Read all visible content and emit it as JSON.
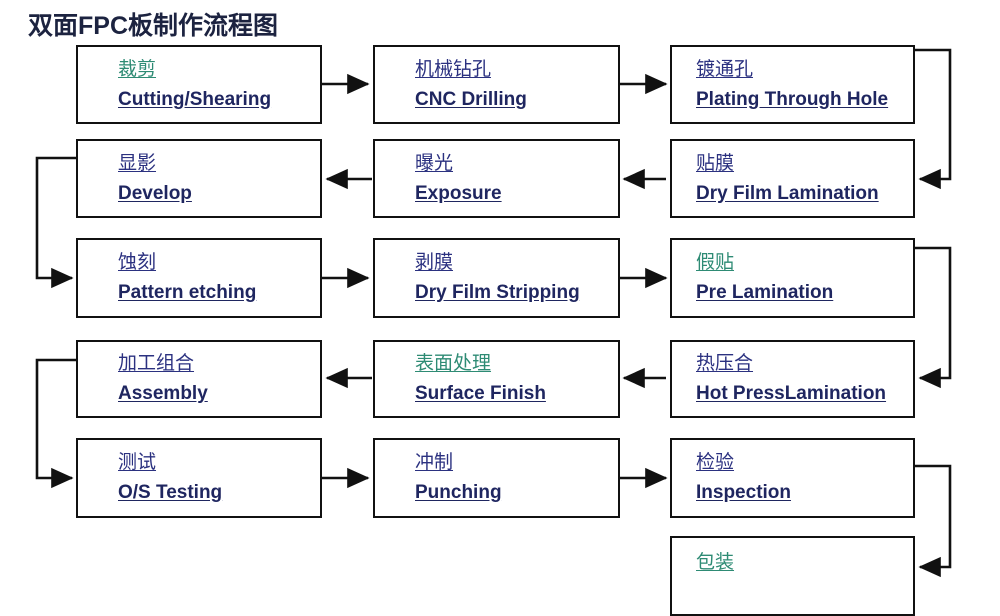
{
  "title": "双面FPC板制作流程图",
  "colors": {
    "chinese_navy": "#2b3180",
    "chinese_teal": "#2e8b74",
    "english_navy": "#1f2660",
    "box_border": "#111111",
    "background": "#ffffff",
    "title": "#1c2340"
  },
  "nodes": [
    {
      "id": "cutting",
      "cn": "裁剪",
      "cn_color": "teal",
      "en": "Cutting/Shearing",
      "row": 1,
      "col": 1
    },
    {
      "id": "cnc-drilling",
      "cn": "机械钻孔",
      "cn_color": "navy",
      "en": "CNC Drilling",
      "row": 1,
      "col": 2
    },
    {
      "id": "plating",
      "cn": "镀通孔",
      "cn_color": "navy",
      "en": "Plating Through Hole",
      "row": 1,
      "col": 3
    },
    {
      "id": "develop",
      "cn": "显影",
      "cn_color": "navy",
      "en": "Develop",
      "row": 2,
      "col": 1
    },
    {
      "id": "exposure",
      "cn": "曝光",
      "cn_color": "navy",
      "en": "Exposure",
      "row": 2,
      "col": 2
    },
    {
      "id": "dry-film-lam",
      "cn": "贴膜",
      "cn_color": "navy",
      "en": "Dry Film Lamination",
      "row": 2,
      "col": 3
    },
    {
      "id": "pattern-etch",
      "cn": "蚀刻",
      "cn_color": "navy",
      "en": "Pattern etching",
      "row": 3,
      "col": 1
    },
    {
      "id": "film-strip",
      "cn": "剥膜",
      "cn_color": "navy",
      "en": "Dry Film Stripping",
      "row": 3,
      "col": 2
    },
    {
      "id": "pre-lamination",
      "cn": "假贴",
      "cn_color": "teal",
      "en": " Pre Lamination",
      "row": 3,
      "col": 3
    },
    {
      "id": "assembly",
      "cn": "加工组合",
      "cn_color": "navy",
      "en": "Assembly",
      "row": 4,
      "col": 1
    },
    {
      "id": "surface-finish",
      "cn": "表面处理",
      "cn_color": "teal",
      "en": "Surface  Finish",
      "row": 4,
      "col": 2
    },
    {
      "id": "hot-press",
      "cn": "热压合",
      "cn_color": "navy",
      "en": "Hot PressLamination",
      "row": 4,
      "col": 3
    },
    {
      "id": "os-testing",
      "cn": "测试",
      "cn_color": "navy",
      "en": "O/S Testing",
      "row": 5,
      "col": 1
    },
    {
      "id": "punching",
      "cn": "冲制",
      "cn_color": "navy",
      "en": "Punching",
      "row": 5,
      "col": 2
    },
    {
      "id": "inspection",
      "cn": "检验",
      "cn_color": "navy",
      "en": "Inspection",
      "row": 5,
      "col": 3
    },
    {
      "id": "packaging",
      "cn": "包装",
      "cn_color": "teal",
      "en": "",
      "row": 6,
      "col": 3
    }
  ],
  "flow_order": [
    "cutting",
    "cnc-drilling",
    "plating",
    "dry-film-lam",
    "exposure",
    "develop",
    "pattern-etch",
    "film-strip",
    "pre-lamination",
    "hot-press",
    "surface-finish",
    "assembly",
    "os-testing",
    "punching",
    "inspection",
    "packaging"
  ],
  "connectors": [
    {
      "from": "cutting",
      "to": "cnc-drilling",
      "kind": "straight-right"
    },
    {
      "from": "cnc-drilling",
      "to": "plating",
      "kind": "straight-right"
    },
    {
      "from": "plating",
      "to": "dry-film-lam",
      "kind": "right-wrap-down"
    },
    {
      "from": "dry-film-lam",
      "to": "exposure",
      "kind": "straight-left"
    },
    {
      "from": "exposure",
      "to": "develop",
      "kind": "straight-left"
    },
    {
      "from": "develop",
      "to": "pattern-etch",
      "kind": "left-wrap-down"
    },
    {
      "from": "pattern-etch",
      "to": "film-strip",
      "kind": "straight-right"
    },
    {
      "from": "film-strip",
      "to": "pre-lamination",
      "kind": "straight-right"
    },
    {
      "from": "pre-lamination",
      "to": "hot-press",
      "kind": "right-wrap-down"
    },
    {
      "from": "hot-press",
      "to": "surface-finish",
      "kind": "straight-left"
    },
    {
      "from": "surface-finish",
      "to": "assembly",
      "kind": "straight-left"
    },
    {
      "from": "assembly",
      "to": "os-testing",
      "kind": "left-wrap-down"
    },
    {
      "from": "os-testing",
      "to": "punching",
      "kind": "straight-right"
    },
    {
      "from": "punching",
      "to": "inspection",
      "kind": "straight-right"
    },
    {
      "from": "inspection",
      "to": "packaging",
      "kind": "right-wrap-down"
    }
  ]
}
